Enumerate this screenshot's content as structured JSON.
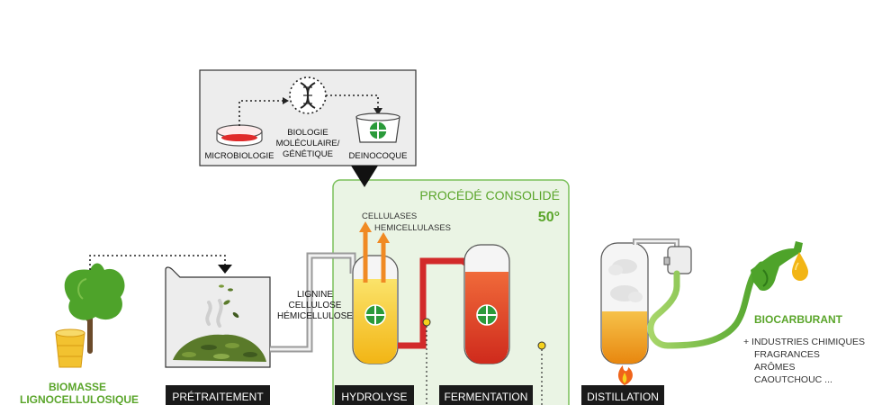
{
  "lab_box": {
    "microbiology": "MICROBIOLOGIE",
    "molecular_line1": "BIOLOGIE",
    "molecular_line2": "MOLÉCULAIRE/",
    "molecular_line3": "GÉNÉTIQUE",
    "deinococcus": "DEINOCOQUE"
  },
  "consolidated": {
    "title": "PROCÉDÉ CONSOLIDÉ",
    "temperature": "50°"
  },
  "enzymes": {
    "cellulases": "CELLULASES",
    "hemicellulases": "HEMICELLULASES"
  },
  "pretreatment_output": {
    "line1": "LIGNINE",
    "line2": "CELLULOSE",
    "line3": "HÉMICELLULOSE"
  },
  "biomass": {
    "line1": "BIOMASSE",
    "line2": "LIGNOCELLULOSIQUE"
  },
  "steps": {
    "pretreatment": "PRÉTRAITEMENT",
    "hydrolysis": "HYDROLYSE",
    "fermentation": "FERMENTATION",
    "distillation": "DISTILLATION"
  },
  "product": {
    "title": "BIOCARBURANT",
    "extra1": "+ INDUSTRIES CHIMIQUES",
    "extra2": "FRAGRANCES",
    "extra3": "ARÔMES",
    "extra4": "CAOUTCHOUC ..."
  },
  "colors": {
    "green_text": "#5aa52a",
    "consolidated_bg": "#eaf4e4",
    "consolidated_border": "#7ac05a",
    "hydrolysis_yellow": "#f5c81c",
    "fermentation_red": "#e0402a",
    "distillation_orange": "#f0a018",
    "arrow_orange": "#f08a24",
    "pipe_red": "#d22a2a",
    "label_bg": "#1a1a1a"
  }
}
